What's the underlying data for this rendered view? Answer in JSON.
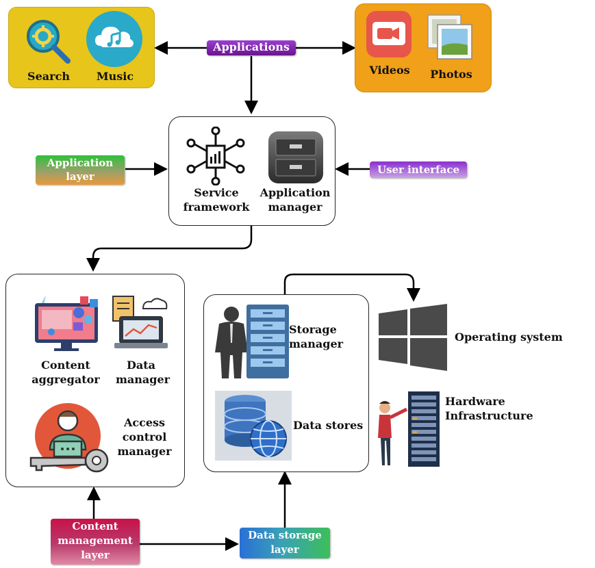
{
  "top": {
    "applications_tag": "Applications",
    "search_label": "Search",
    "music_label": "Music",
    "videos_label": "Videos",
    "photos_label": "Photos"
  },
  "framework": {
    "service_label": "Service framework",
    "appmgr_label": "Application manager",
    "app_layer_tag": "Application layer",
    "ui_tag": "User interface"
  },
  "content_panel": {
    "aggregator_label": "Content aggregator",
    "data_manager_label": "Data manager",
    "access_label": "Access control manager"
  },
  "storage_panel": {
    "storage_manager_label": "Storage manager",
    "data_stores_label": "Data stores"
  },
  "right": {
    "os_label": "Operating system",
    "hw_label": "Hardware Infrastructure"
  },
  "bottom": {
    "cml_tag": "Content management layer",
    "dsl_tag": "Data storage layer"
  },
  "colors": {
    "yellow_box": "#e8c51a",
    "orange_box": "#f0a019",
    "purple_tag": "#7a1fa8",
    "crimson_tag": "#a3123f",
    "teal": "#27a9c5"
  }
}
